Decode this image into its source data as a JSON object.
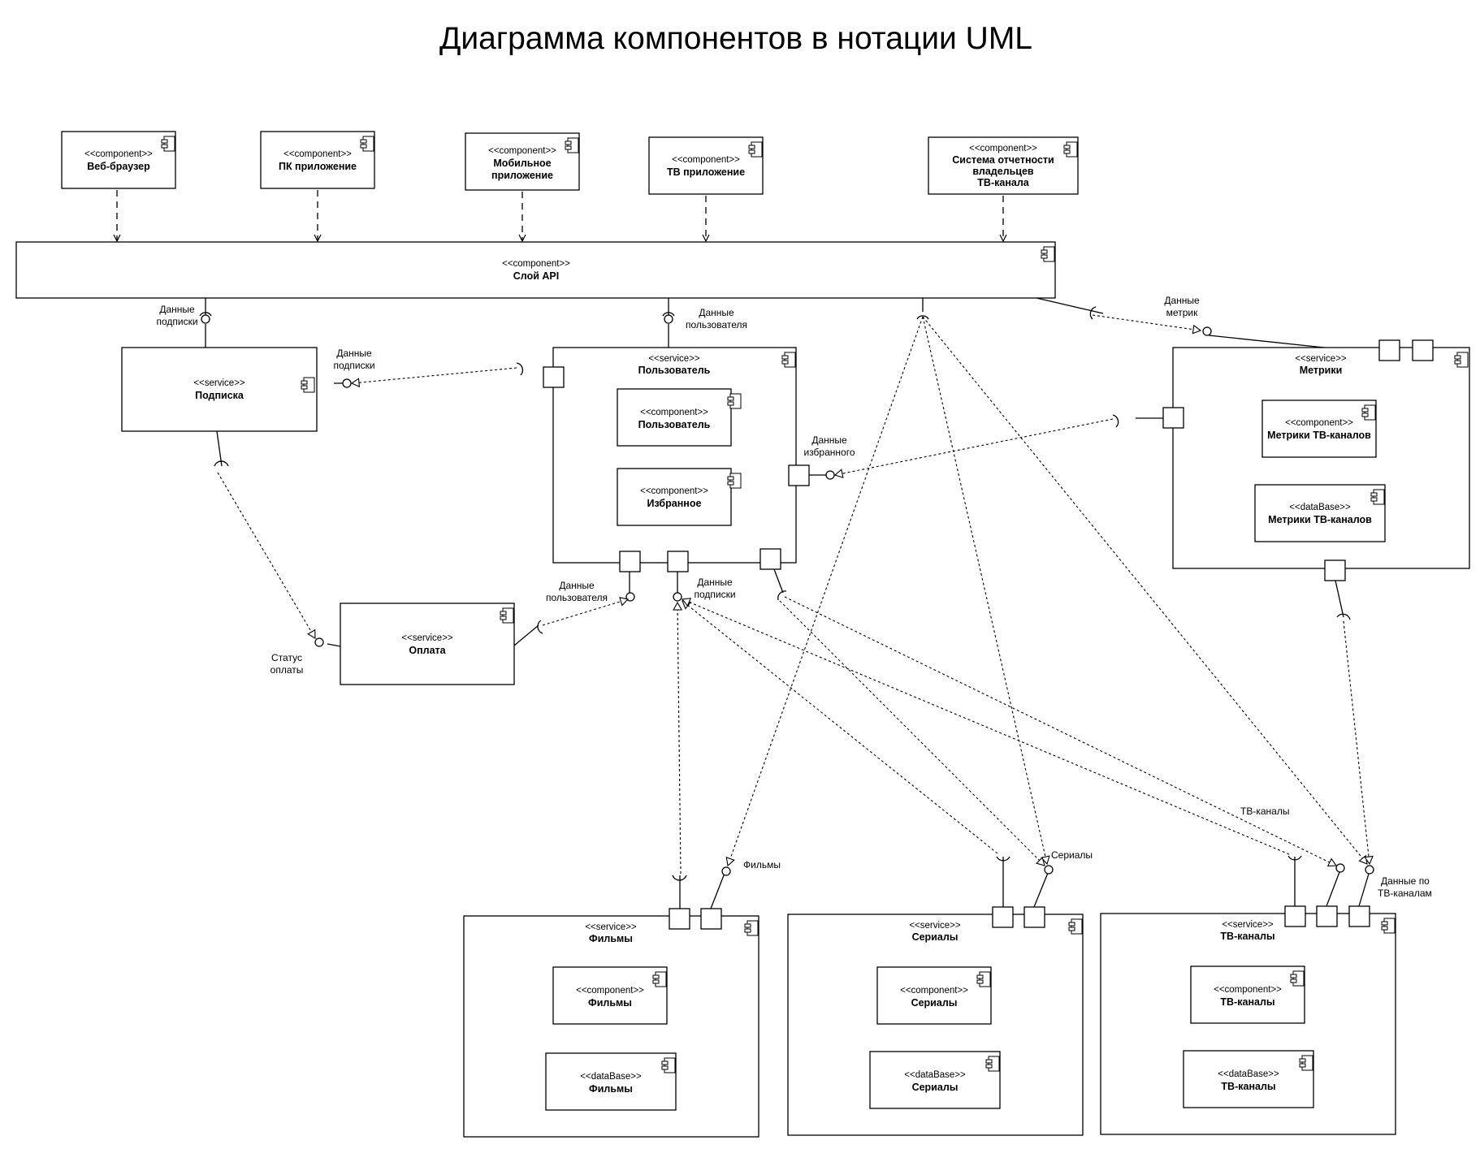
{
  "title": "Диаграмма компонентов в нотации UML",
  "clients": [
    {
      "stereotype": "<<component>>",
      "name": [
        "Веб-браузер"
      ]
    },
    {
      "stereotype": "<<component>>",
      "name": [
        "ПК приложение"
      ]
    },
    {
      "stereotype": "<<component>>",
      "name": [
        "Мобильное",
        "приложение"
      ]
    },
    {
      "stereotype": "<<component>>",
      "name": [
        "ТВ приложение"
      ]
    },
    {
      "stereotype": "<<component>>",
      "name": [
        "Система отчетности",
        "владельцев",
        "ТВ-канала"
      ]
    }
  ],
  "api": {
    "stereotype": "<<component>>",
    "name": "Слой API"
  },
  "services": {
    "subscription": {
      "stereotype": "<<service>>",
      "name": "Подписка"
    },
    "user": {
      "stereotype": "<<service>>",
      "name": "Пользователь",
      "inner": [
        {
          "stereotype": "<<component>>",
          "name": "Пользователь"
        },
        {
          "stereotype": "<<component>>",
          "name": "Избранное"
        }
      ]
    },
    "payment": {
      "stereotype": "<<service>>",
      "name": "Оплата"
    },
    "metrics": {
      "stereotype": "<<service>>",
      "name": "Метрики",
      "inner": [
        {
          "stereotype": "<<component>>",
          "name": "Метрики ТВ-каналов"
        },
        {
          "stereotype": "<<dataBase>>",
          "name": "Метрики ТВ-каналов"
        }
      ]
    },
    "films": {
      "stereotype": "<<service>>",
      "name": "Фильмы",
      "inner": [
        {
          "stereotype": "<<component>>",
          "name": "Фильмы"
        },
        {
          "stereotype": "<<dataBase>>",
          "name": "Фильмы"
        }
      ]
    },
    "series": {
      "stereotype": "<<service>>",
      "name": "Сериалы",
      "inner": [
        {
          "stereotype": "<<component>>",
          "name": "Сериалы"
        },
        {
          "stereotype": "<<dataBase>>",
          "name": "Сериалы"
        }
      ]
    },
    "tv": {
      "stereotype": "<<service>>",
      "name": "ТВ-каналы",
      "inner": [
        {
          "stereotype": "<<component>>",
          "name": "ТВ-каналы"
        },
        {
          "stereotype": "<<dataBase>>",
          "name": "ТВ-каналы"
        }
      ]
    }
  },
  "labels": {
    "api_sub_data": [
      "Данные",
      "подписки"
    ],
    "api_user_data": [
      "Данные",
      "пользователя"
    ],
    "metrics_data": [
      "Данные",
      "метрик"
    ],
    "sub_data_user": [
      "Данные",
      "подписки"
    ],
    "fav_data": [
      "Данные",
      "избранного"
    ],
    "user_data_bottom": [
      "Данные",
      "пользователя"
    ],
    "sub_data_bottom": [
      "Данные",
      "подписки"
    ],
    "payment_status": [
      "Статус",
      "оплаты"
    ],
    "films_iface": "Фильмы",
    "series_iface": "Сериалы",
    "tv_iface": "ТВ-каналы",
    "tv_data": [
      "Данные по",
      "ТВ-каналам"
    ]
  }
}
